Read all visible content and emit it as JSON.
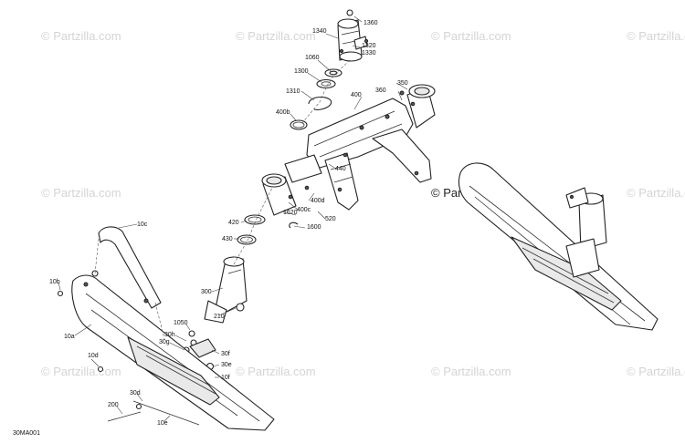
{
  "watermark": {
    "text": "© Partzilla.com",
    "center_text": "© Partzilla.com"
  },
  "diagram_code": "30MA001",
  "callouts": {
    "c1360": "1360",
    "c1340": "1340",
    "c1320": "1320",
    "c1330": "1330",
    "c1060": "1060",
    "c1300": "1300",
    "c1310": "1310",
    "c350": "350",
    "c360": "360",
    "c400": "400",
    "c400b": "400b",
    "c440": "440",
    "c400c": "400c",
    "c400d": "400d",
    "c1620": "1620",
    "c1600": "1600",
    "c520": "520",
    "c420": "420",
    "c430": "430",
    "c300": "300",
    "c210": "210",
    "c1050": "1050",
    "c30h": "30h",
    "c30g": "30g",
    "c30f": "30f",
    "c30e": "30e",
    "c10f": "10f",
    "c10c": "10c",
    "c10b": "10b",
    "c10a": "10a",
    "c10d": "10d",
    "c30d": "30d",
    "c200": "200",
    "c10e": "10e"
  }
}
